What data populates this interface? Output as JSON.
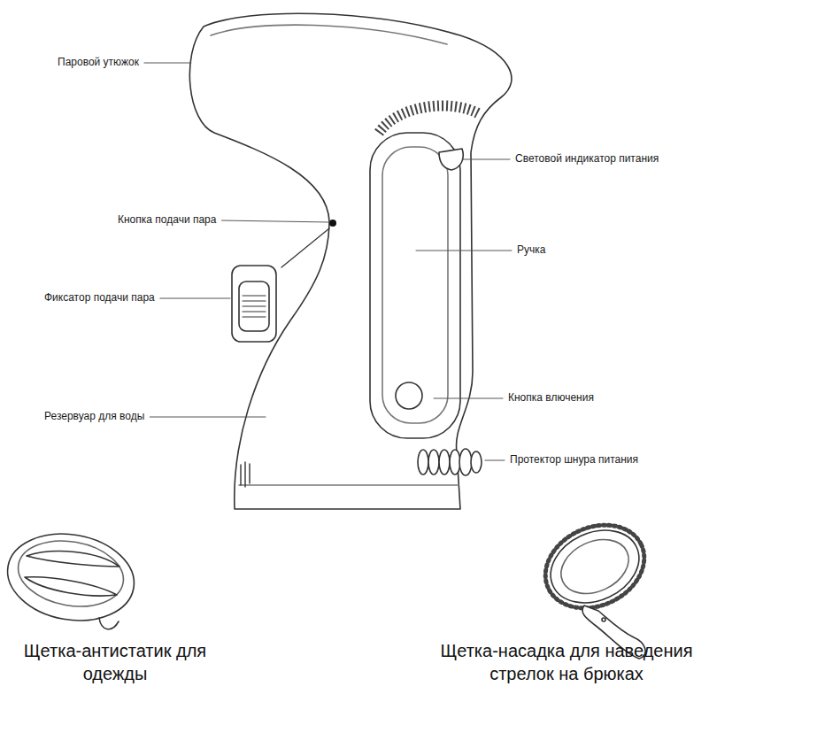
{
  "diagram": {
    "labels": [
      "Паровой утюжок",
      "Световой индикатор питания",
      "Кнопка подачи пара",
      "Ручка",
      "Фиксатор подачи пара",
      "Резервуар для воды",
      "Кнопка влючения",
      "Протектор шнура питания",
      "Щетка-антистатик для одежды",
      "Щетка-насадка для наведения стрелок на брюках"
    ]
  }
}
